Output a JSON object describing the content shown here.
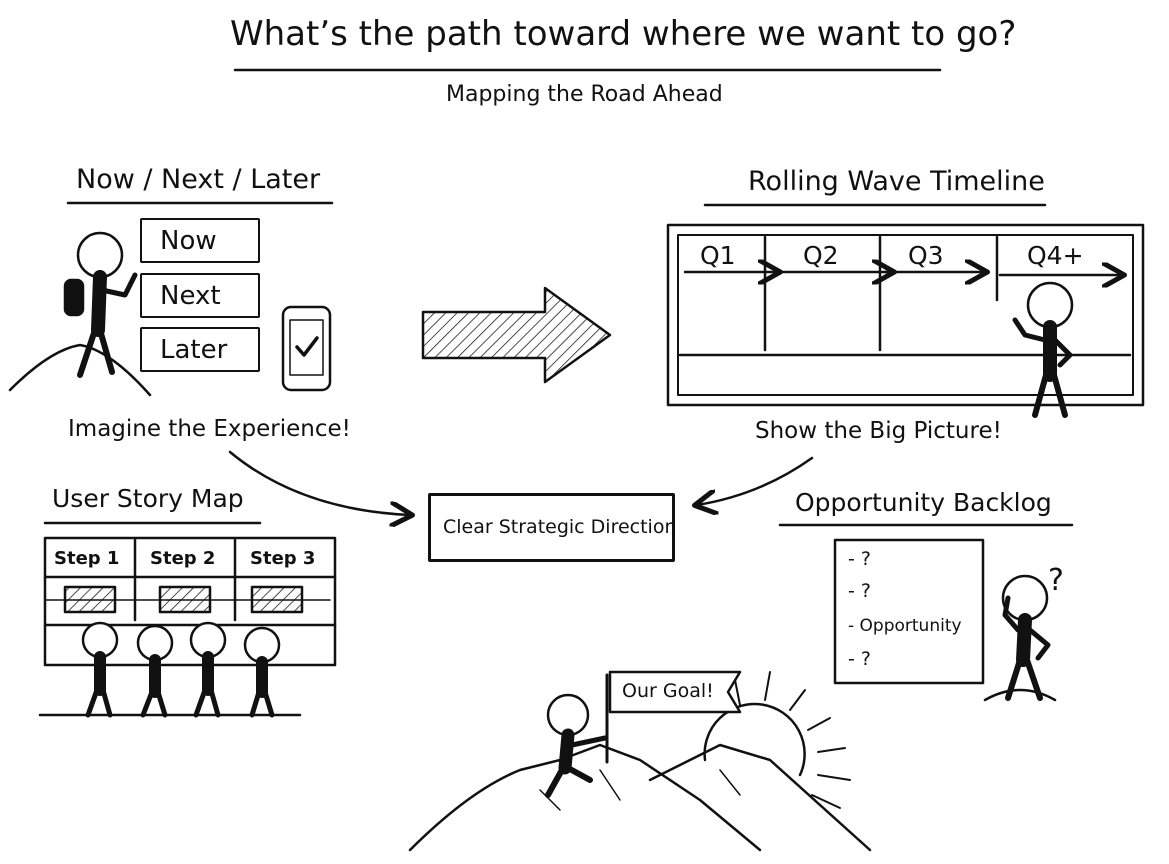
{
  "title": "What’s the path toward where we want to go?",
  "subtitle": "Mapping the Road Ahead",
  "now_next_later": {
    "heading": "Now / Next / Later",
    "boxes": [
      "Now",
      "Next",
      "Later"
    ],
    "caption": "Imagine the Experience!"
  },
  "rolling_wave": {
    "heading": "Rolling Wave Timeline",
    "quarters": [
      "Q1",
      "Q2",
      "Q3",
      "Q4+"
    ],
    "caption": "Show the Big Picture!"
  },
  "center": {
    "label": "Clear Strategic Direction"
  },
  "story_map": {
    "heading": "User Story Map",
    "steps": [
      "Step 1",
      "Step 2",
      "Step 3"
    ]
  },
  "backlog": {
    "heading": "Opportunity Backlog",
    "items": [
      "- ?",
      "- ?",
      "- Opportunity",
      "- ?"
    ],
    "question_mark": "?"
  },
  "goal": {
    "flag_label": "Our Goal!"
  }
}
